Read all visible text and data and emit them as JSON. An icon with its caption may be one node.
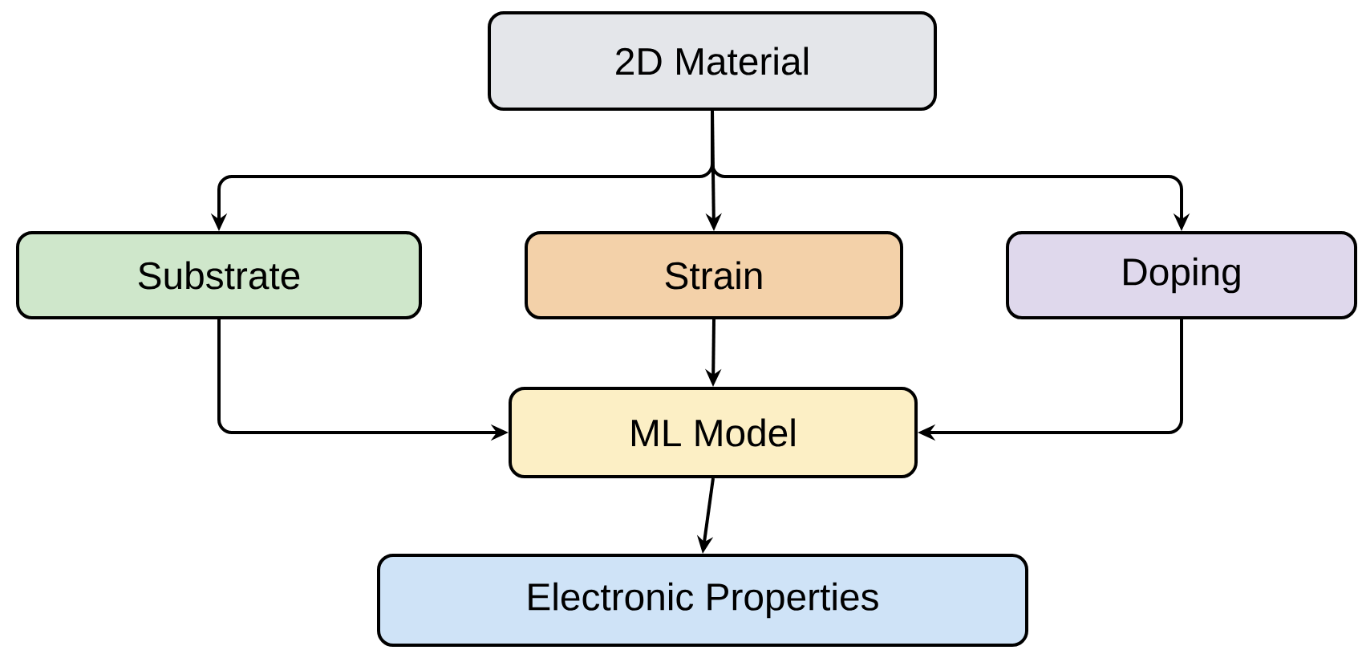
{
  "diagram": {
    "nodes": [
      {
        "text": [
          "2D Material"
        ]
      },
      {
        "text": [
          "Substrate"
        ]
      },
      {
        "text": [
          "Strain"
        ]
      },
      {
        "text": [
          "Doping"
        ]
      },
      {
        "text": [
          "ML Model"
        ]
      },
      {
        "text": [
          "Electronic Properties"
        ]
      }
    ],
    "edges": [
      {
        "from": 0,
        "to": 1,
        "arrow": "to"
      },
      {
        "from": 0,
        "to": 2,
        "arrow": "to"
      },
      {
        "from": 0,
        "to": 3,
        "arrow": "to"
      },
      {
        "from": 1,
        "to": 4,
        "arrow": "to"
      },
      {
        "from": 2,
        "to": 4,
        "arrow": "to"
      },
      {
        "from": 3,
        "to": 4,
        "arrow": "to"
      },
      {
        "from": 4,
        "to": 5,
        "arrow": "to"
      }
    ]
  }
}
